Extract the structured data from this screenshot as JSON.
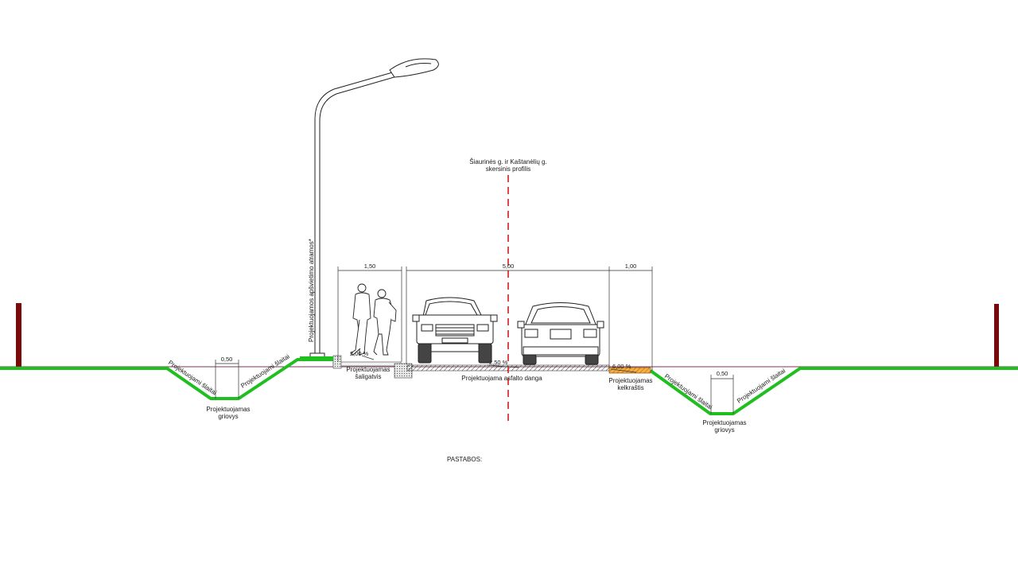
{
  "drawing": {
    "title_line1": "Šiaurinės g. ir Kaštanėlių g.",
    "title_line2": "skersinis profilis"
  },
  "dimensions": {
    "sidewalk_width": "1,50",
    "carriageway_width": "5,00",
    "shoulder_width": "1,00",
    "ditch_bottom_left": "0,50",
    "ditch_bottom_right": "0,50"
  },
  "slopes": {
    "sidewalk_slope": "2,00 %",
    "road_slope": "2,50 %",
    "shoulder_slope": "6,00 %"
  },
  "labels": {
    "lighting_pole": "Projektuojamos apšvietimo atramos*",
    "left_slope_outer": "Projektuojami šlaitai",
    "left_slope_inner": "Projektuojami šlaitai",
    "left_ditch_line1": "Projektuojamas",
    "left_ditch_line2": "griovys",
    "sidewalk_line1": "Projektuojamas",
    "sidewalk_line2": "šaligatvis",
    "asphalt": "Projektuojama asfalto danga",
    "shoulder_line1": "Projektuojamas",
    "shoulder_line2": "kelkraštis",
    "right_slope_inner": "Projektuojami šlaitai",
    "right_slope_outer": "Projektuojami šlaitai",
    "right_ditch_line1": "Projektuojamas",
    "right_ditch_line2": "griovys",
    "notes": "PASTABOS:"
  },
  "colors": {
    "ground": "#1fbf1f",
    "boundary_post": "#7a0a0a",
    "axis": "#d02020",
    "shoulder_fill": "#f0a030",
    "line": "#222222"
  }
}
